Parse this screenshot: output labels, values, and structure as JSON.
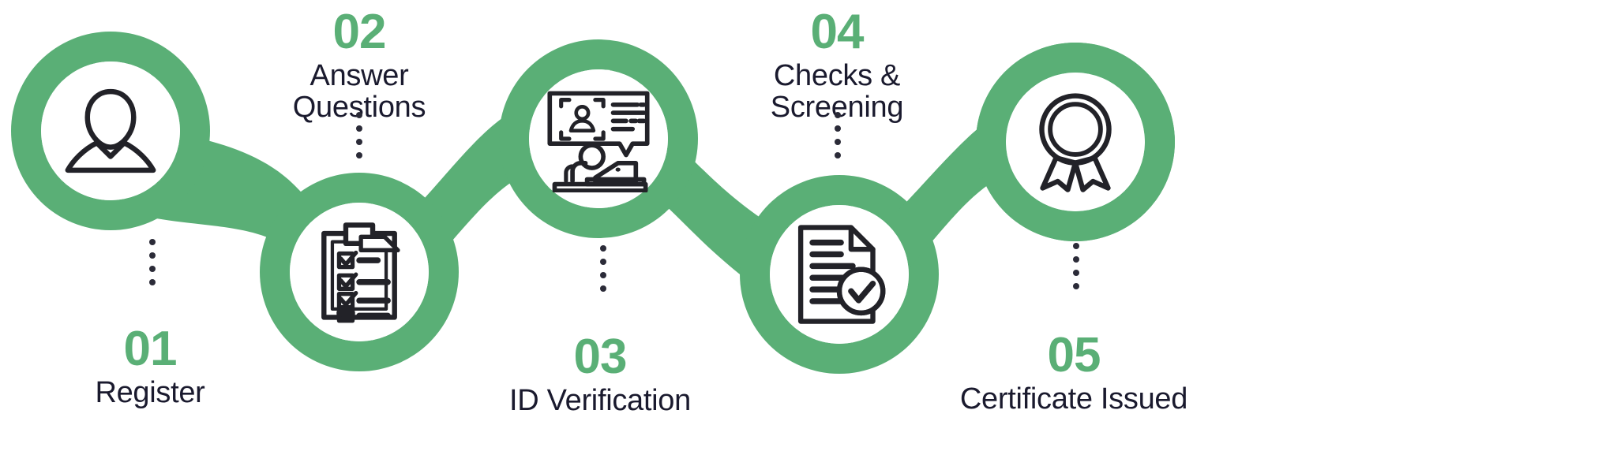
{
  "diagram": {
    "title": "Process Steps Infographic",
    "colors": {
      "accent_green": "#5aaf76",
      "text_dark": "#1a1a2e",
      "background": "#ffffff",
      "icon_stroke": "#222228"
    },
    "steps": [
      {
        "number": "01",
        "caption": "Register",
        "icon": "user-avatar-icon",
        "position": "top",
        "label_position": "below"
      },
      {
        "number": "02",
        "caption": "Answer\nQuestions",
        "icon": "clipboard-checklist-icon",
        "position": "bottom",
        "label_position": "above"
      },
      {
        "number": "03",
        "caption": "ID Verification",
        "icon": "id-verification-icon",
        "position": "top",
        "label_position": "below"
      },
      {
        "number": "04",
        "caption": "Checks &\nScreening",
        "icon": "document-check-icon",
        "position": "bottom",
        "label_position": "above"
      },
      {
        "number": "05",
        "caption": "Certificate Issued",
        "icon": "award-ribbon-icon",
        "position": "top",
        "label_position": "below"
      }
    ]
  }
}
